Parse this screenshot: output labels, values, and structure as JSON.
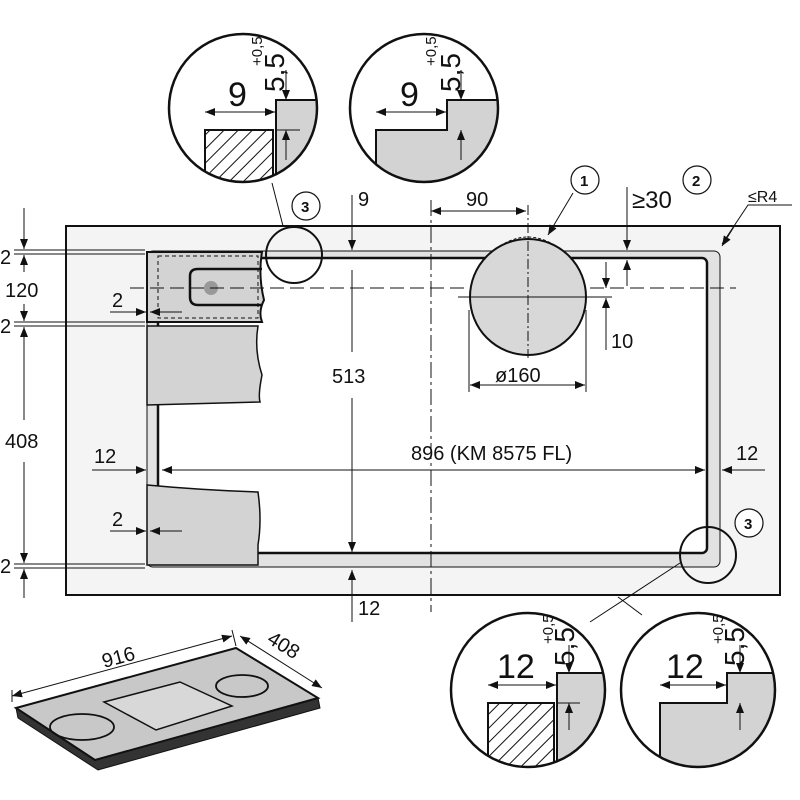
{
  "colors": {
    "worktop": "#f4f4f4",
    "cutout_gap": "#e2e2e2",
    "panel": "#d3d3d3",
    "line": "#111111"
  },
  "callouts": {
    "one": "1",
    "two": "2",
    "three_top": "3",
    "three_bottom": "3"
  },
  "dimensions": {
    "top_offset": "9",
    "duct_offset": "90",
    "min_clearance": "≥30",
    "radius": "≤R4",
    "left_gap_top": "2",
    "drawer_height": "120",
    "left_gap_mid": "2",
    "drawer_inset_top": "2",
    "depth": "513",
    "duct_offset_v": "10",
    "duct_diameter": "ø160",
    "front_height": "408",
    "side_margin_left": "12",
    "width": "896 (KM 8575 FL)",
    "side_margin_right": "12",
    "drawer_inset_bottom": "2",
    "left_gap_bottom": "2",
    "bottom_offset": "12"
  },
  "details": {
    "top_left": {
      "width": "9",
      "depth": "5,5",
      "tol": "+0,5"
    },
    "top_right": {
      "width": "9",
      "depth": "5,5",
      "tol": "+0,5"
    },
    "bottom_left": {
      "width": "12",
      "depth": "5,5",
      "tol": "+0,5"
    },
    "bottom_right": {
      "width": "12",
      "depth": "5,5",
      "tol": "+0,5"
    }
  },
  "hob": {
    "width": "916",
    "depth": "408"
  }
}
